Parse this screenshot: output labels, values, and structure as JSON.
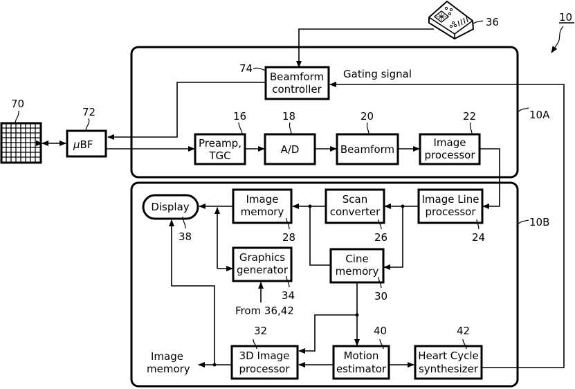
{
  "figure": {
    "ref": "10",
    "panels": [
      {
        "id": "10A",
        "label": "10A"
      },
      {
        "id": "10B",
        "label": "10B"
      }
    ],
    "external": {
      "array": {
        "ref": "70"
      },
      "microbeamformer": {
        "ref": "72",
        "label_mu": "μ",
        "label": "BF"
      },
      "user_interface": {
        "ref": "36"
      }
    },
    "blocks": {
      "beamform_controller": {
        "ref": "74",
        "line1": "Beamform",
        "line2": "controller"
      },
      "preamp": {
        "ref": "16",
        "line1": "Preamp,",
        "line2": "TGC"
      },
      "ad": {
        "ref": "18",
        "line1": "A/D"
      },
      "beamform": {
        "ref": "20",
        "line1": "Beamform"
      },
      "image_processor": {
        "ref": "22",
        "line1": "Image",
        "line2": "processor"
      },
      "image_line_processor": {
        "ref": "24",
        "line1": "Image Line",
        "line2": "processor"
      },
      "scan_converter": {
        "ref": "26",
        "line1": "Scan",
        "line2": "converter"
      },
      "image_memory": {
        "ref": "28",
        "line1": "Image",
        "line2": "memory"
      },
      "display": {
        "ref": "38",
        "line1": "Display"
      },
      "graphics_generator": {
        "ref": "34",
        "line1": "Graphics",
        "line2": "generator"
      },
      "cine_memory": {
        "ref": "30",
        "line1": "Cine",
        "line2": "memory"
      },
      "processor_3d": {
        "ref": "32",
        "line1": "3D Image",
        "line2": "processor"
      },
      "motion_estimator": {
        "ref": "40",
        "line1": "Motion",
        "line2": "estimator"
      },
      "heart_cycle": {
        "ref": "42",
        "line1": "Heart Cycle",
        "line2": "synthesizer"
      }
    },
    "annotations": {
      "gating_signal": "Gating signal",
      "from_36_42": "From 36,42",
      "image_memory_out_line1": "Image",
      "image_memory_out_line2": "memory"
    }
  }
}
